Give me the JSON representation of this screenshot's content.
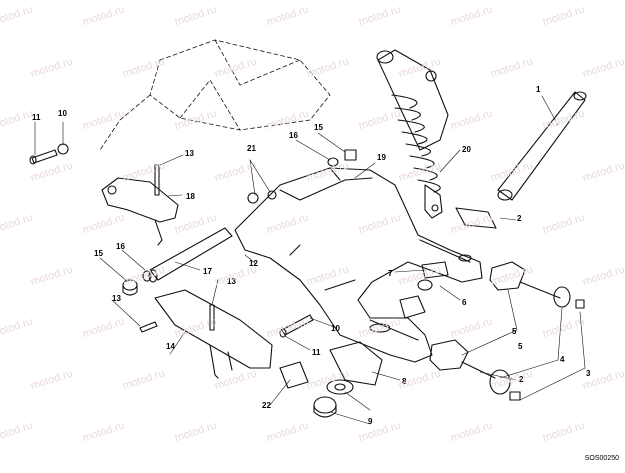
{
  "diagram": {
    "watermark": "motod.ru",
    "reference_code": "SOS00250",
    "callout_labels": [
      "1",
      "2",
      "2",
      "3",
      "4",
      "5",
      "5",
      "6",
      "7",
      "8",
      "9",
      "10",
      "10",
      "11",
      "11",
      "12",
      "13",
      "13",
      "13",
      "14",
      "15",
      "15",
      "16",
      "16",
      "17",
      "18",
      "19",
      "20",
      "21",
      "22"
    ]
  },
  "colors": {
    "line": "#111111",
    "watermark": "#e9d9d9",
    "background": "#ffffff"
  }
}
